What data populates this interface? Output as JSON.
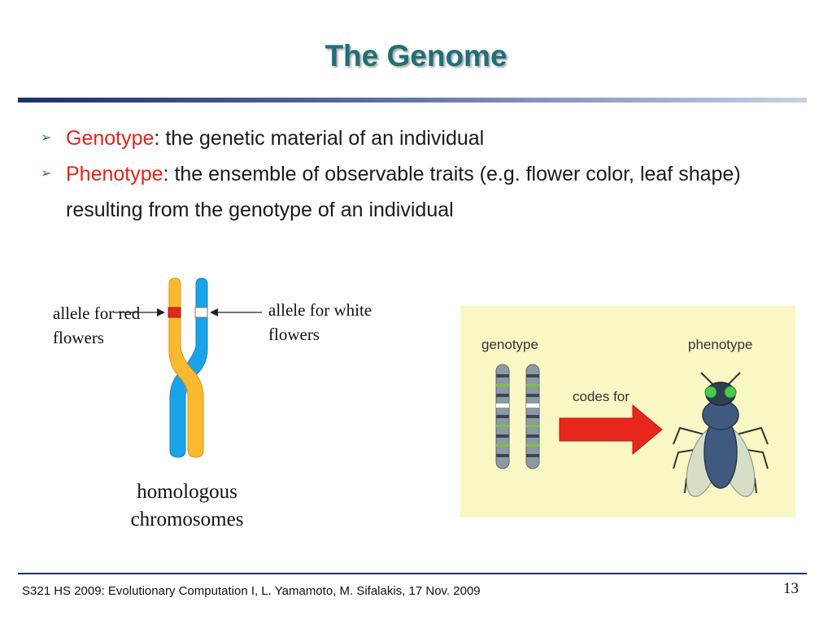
{
  "slide": {
    "title": "The Genome",
    "bullets": [
      {
        "term": "Genotype",
        "text": ": the genetic material of an individual"
      },
      {
        "term": "Phenotype",
        "text": ": the ensemble of observable traits (e.g. flower color, leaf shape) resulting from the genotype of an individual"
      }
    ],
    "chromosome_figure": {
      "label_left": "allele for red flowers",
      "label_right": "allele for white flowers",
      "caption": "homologous chromosomes"
    },
    "genotype_panel": {
      "genotype_label": "genotype",
      "phenotype_label": "phenotype",
      "arrow_label": "codes for"
    },
    "footer": "S321 HS 2009: Evolutionary Computation I, L. Yamamoto, M. Sifalakis, 17 Nov. 2009",
    "page_number": "13"
  },
  "colors": {
    "title": "#1f6f78",
    "term": "#e3231b",
    "chromosome_yellow": "#fbb92f",
    "chromosome_blue": "#19a3e8",
    "allele_red": "#e4261c",
    "panel_background": "#f9f7c4",
    "arrow": "#e8271c"
  }
}
